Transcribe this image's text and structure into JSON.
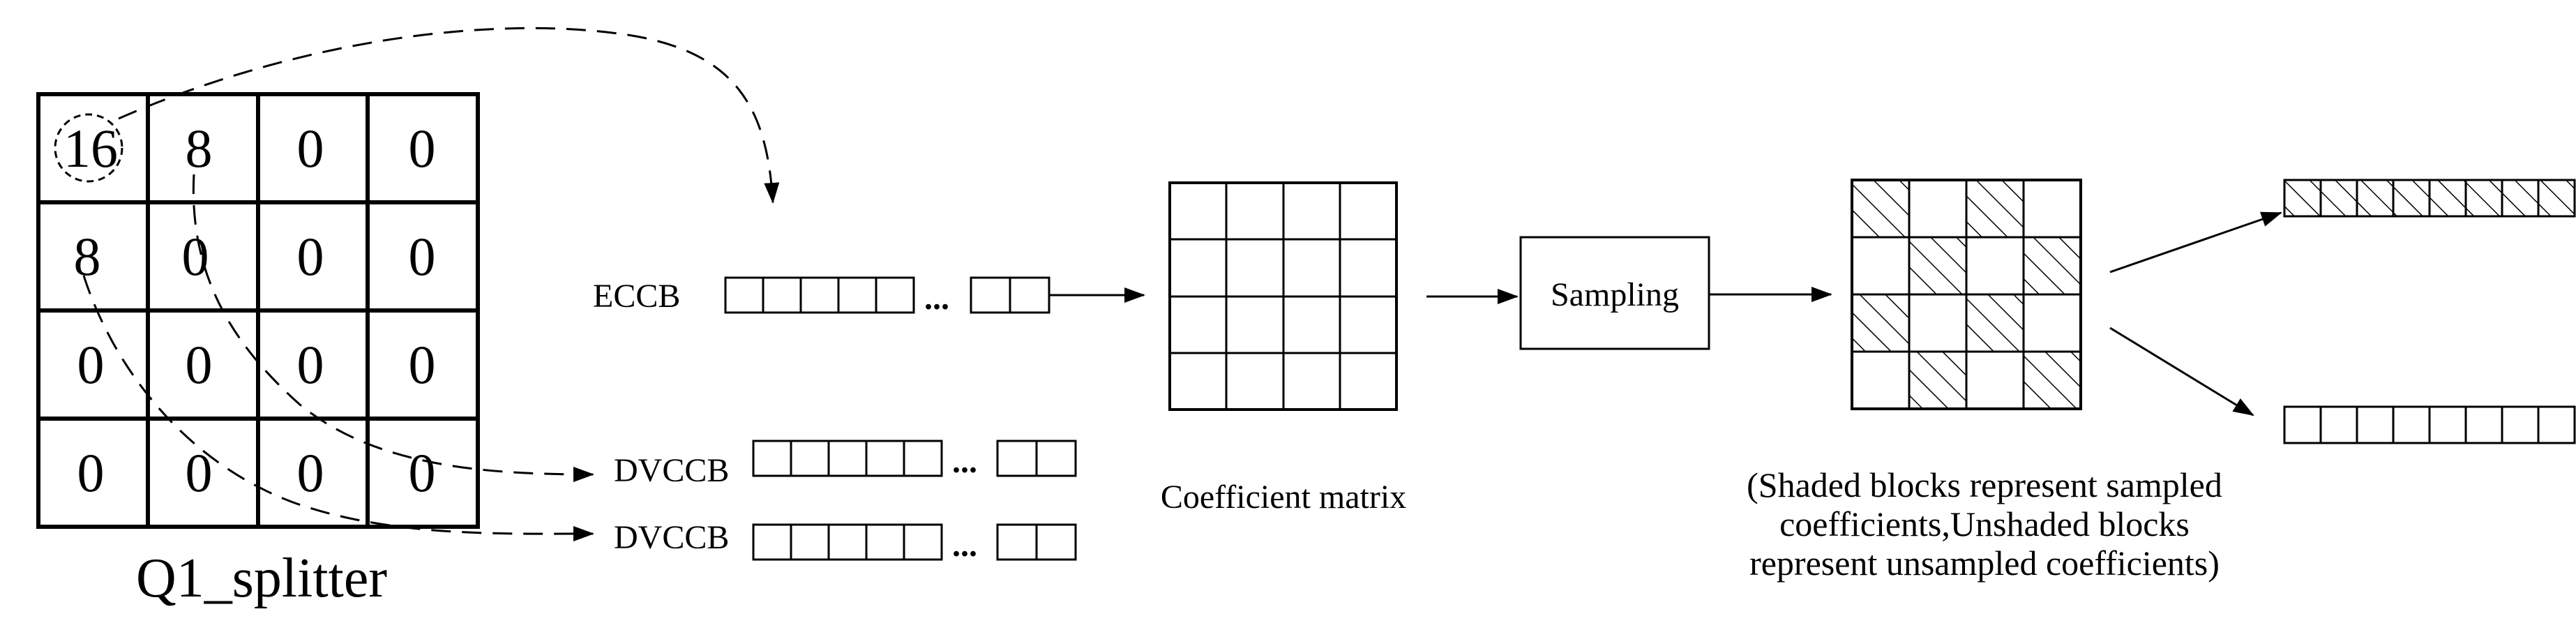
{
  "q1_matrix": {
    "title": "Q1_splitter",
    "rows": [
      [
        "16",
        "8",
        "0",
        "0"
      ],
      [
        "8",
        "0",
        "0",
        "0"
      ],
      [
        "0",
        "0",
        "0",
        "0"
      ],
      [
        "0",
        "0",
        "0",
        "0"
      ]
    ],
    "circled_cell": "16"
  },
  "blocks": {
    "eccb": {
      "label": "ECCB",
      "ellipsis": "..."
    },
    "dvccb_1": {
      "label": "DVCCB",
      "ellipsis": "..."
    },
    "dvccb_2": {
      "label": "DVCCB",
      "ellipsis": "..."
    }
  },
  "coefficient_matrix": {
    "label": "Coefficient matrix"
  },
  "sampling": {
    "label": "Sampling"
  },
  "sampled_matrix": {
    "caption_lines": [
      "(Shaded blocks represent sampled",
      "coefficients,Unshaded blocks",
      "represent unsampled coefficients)"
    ],
    "shaded_pattern": [
      [
        1,
        0,
        1,
        0
      ],
      [
        0,
        1,
        0,
        1
      ],
      [
        1,
        0,
        1,
        0
      ],
      [
        0,
        1,
        0,
        1
      ]
    ]
  },
  "outputs": {
    "shaded_vector": {
      "shaded": true
    },
    "unshaded_vector": {
      "shaded": false
    }
  }
}
